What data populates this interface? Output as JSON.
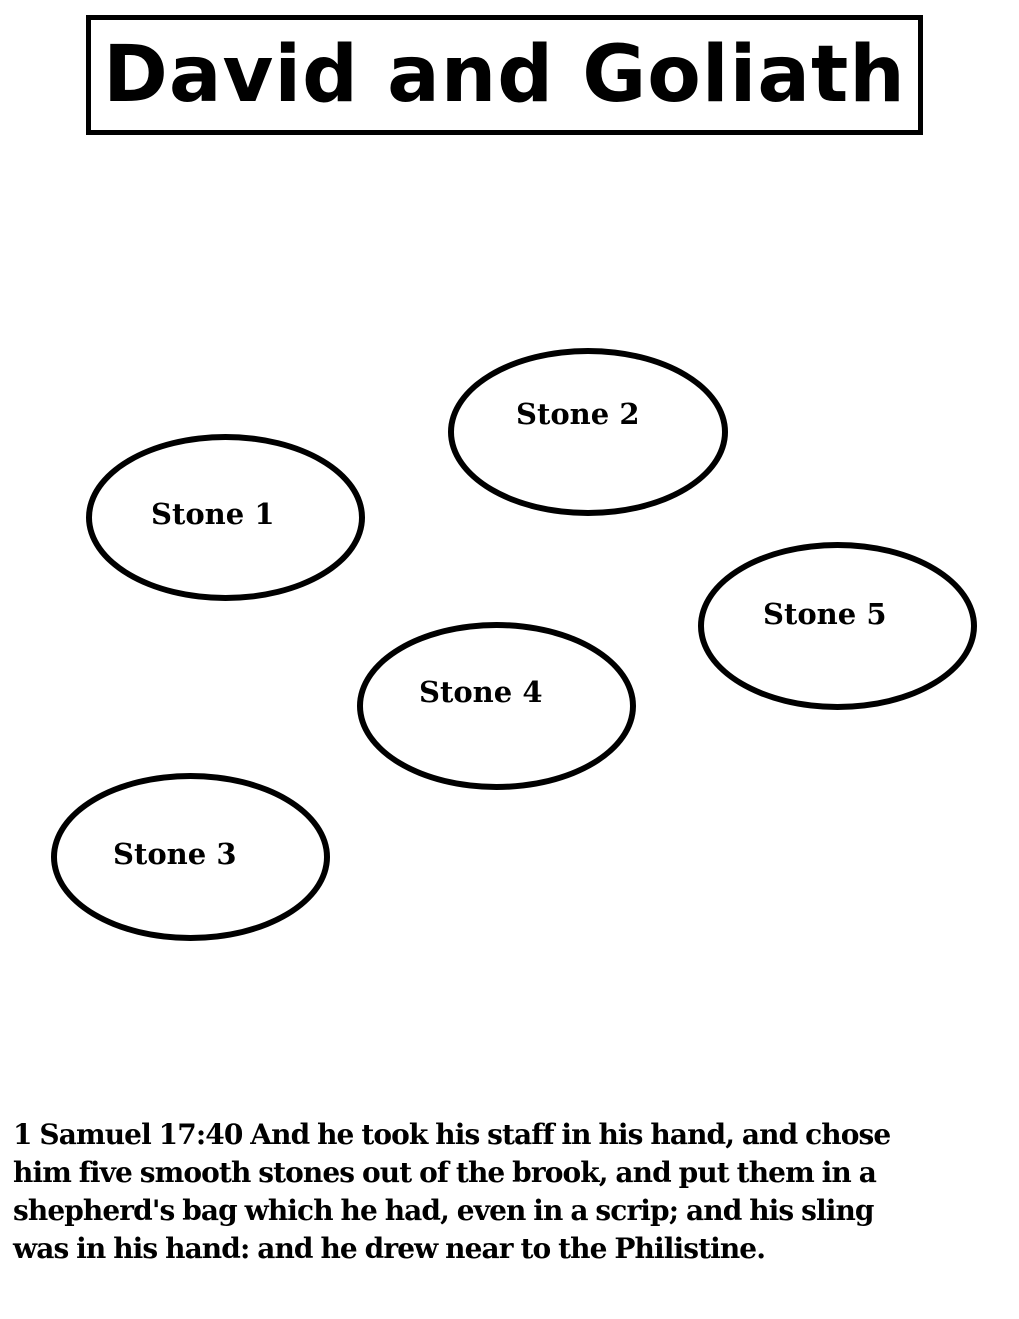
{
  "title": "David and Goliath",
  "stones": [
    {
      "label": "Stone 1"
    },
    {
      "label": "Stone 2"
    },
    {
      "label": "Stone 3"
    },
    {
      "label": "Stone 4"
    },
    {
      "label": "Stone 5"
    }
  ],
  "verse": {
    "lines": [
      "1 Samuel 17:40  And he took his staff in his hand, and chose",
      "him five smooth stones out of the brook, and put them in a",
      "shepherd's bag which he had, even in a scrip; and his sling",
      "was in his hand: and he drew near to the Philistine."
    ]
  }
}
